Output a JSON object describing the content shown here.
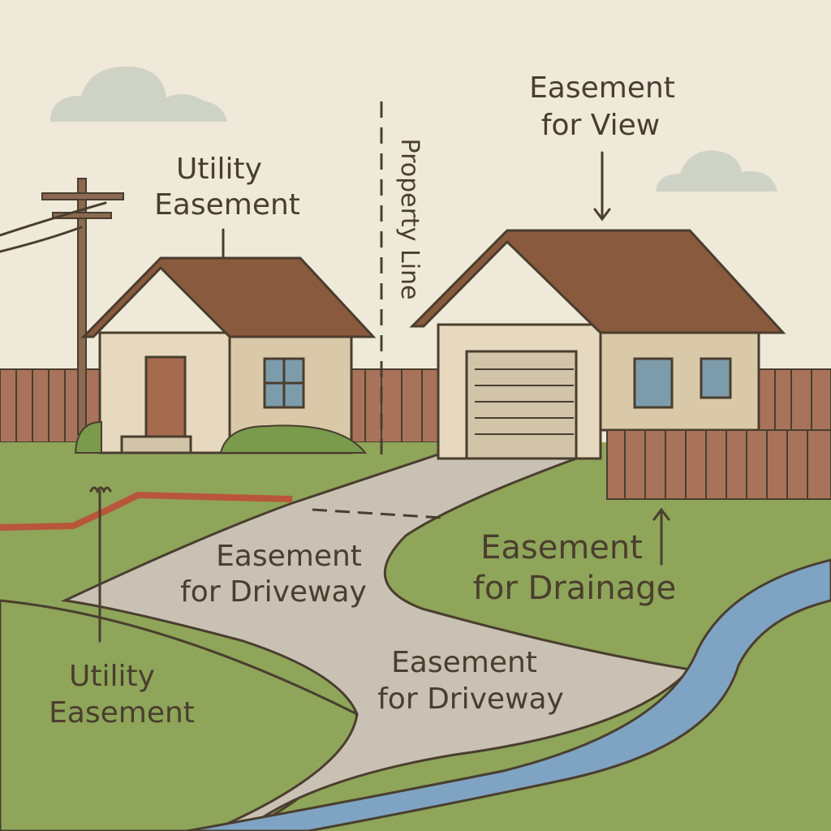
{
  "labels": {
    "utility_easement_top": [
      "Utility",
      "Easement"
    ],
    "property_line": "Property Line",
    "easement_view": [
      "Easement",
      "for View"
    ],
    "easement_driveway_upper": [
      "Easement",
      "for Driveway"
    ],
    "easement_drainage": [
      "Easement",
      "for Drainage"
    ],
    "utility_easement_bottom": [
      "Utility",
      "Easement"
    ],
    "easement_driveway_lower": [
      "Easement",
      "for Driveway"
    ]
  },
  "colors": {
    "sky": "#efe9da",
    "grass": "#8ea55a",
    "driveway": "#c8c1b4",
    "stream": "#7fa3c2",
    "roof": "#8a5a3e",
    "fence": "#a8735a",
    "wall": "#e6d9bf",
    "outline": "#4a3e2e",
    "utility_line": "#b9553a"
  }
}
